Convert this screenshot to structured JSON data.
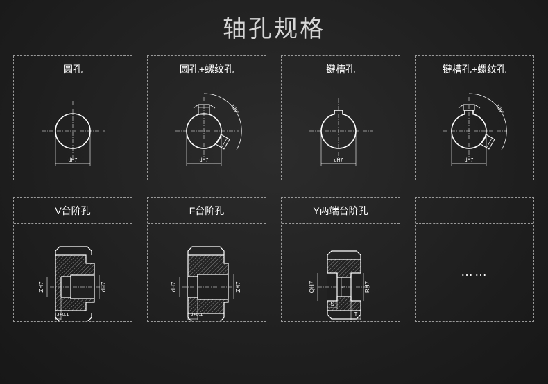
{
  "page": {
    "title": "轴孔规格"
  },
  "cards": [
    {
      "title": "圆孔",
      "labels": {
        "dim": "dH7"
      }
    },
    {
      "title": "圆孔+螺纹孔",
      "labels": {
        "dim": "dH7",
        "angle": "120°"
      }
    },
    {
      "title": "键槽孔",
      "labels": {
        "dim": "dH7"
      }
    },
    {
      "title": "键槽孔+螺纹孔",
      "labels": {
        "dim": "dH7",
        "angle": "120°"
      }
    },
    {
      "title": "V台阶孔",
      "labels": {
        "left": "ZH7",
        "right": "dH7",
        "bottom": "J+0.1"
      }
    },
    {
      "title": "F台阶孔",
      "labels": {
        "left": "dH7",
        "right": "ZH7",
        "bottom": "J+0.1"
      }
    },
    {
      "title": "Y两端台阶孔",
      "labels": {
        "left": "QH7",
        "mid": "d",
        "right": "RH7",
        "s": "S",
        "t": "T"
      }
    },
    {
      "title": "",
      "ellipsis": "……"
    }
  ]
}
